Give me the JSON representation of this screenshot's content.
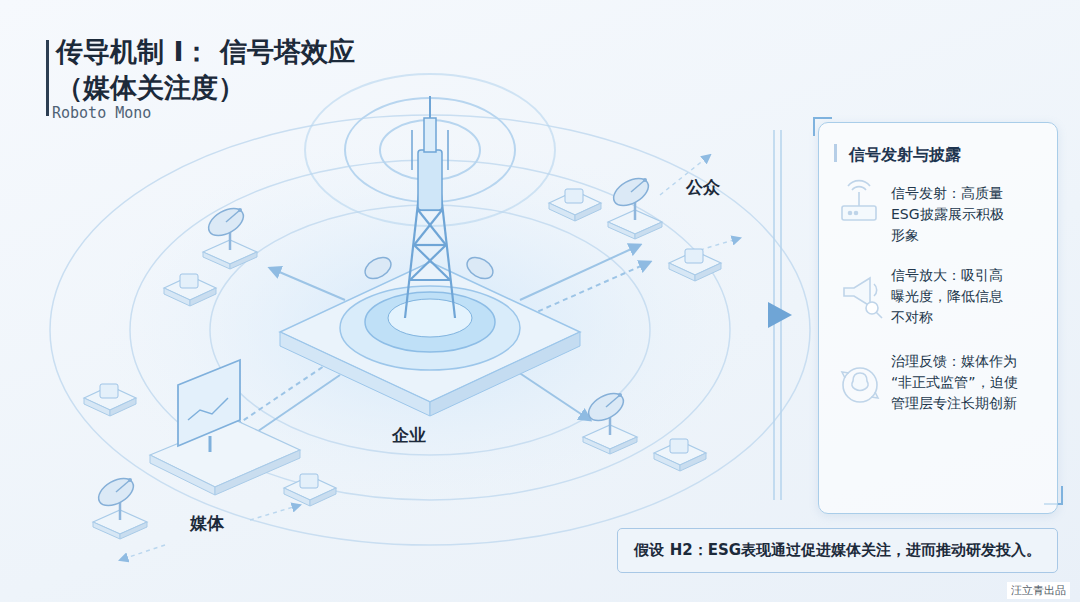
{
  "diagram": {
    "title": "传导机制 I： 信号塔效应（媒体关注度）",
    "nodes": [
      {
        "text": [
          "信号发射与披露"
        ]
      },
      {
        "text": [
          "信号发射：高质量 ESG披露展示积极 形象"
        ],
        "in": 0
      },
      {
        "text": [
          "信号放大：吸引高 曝光度，降低信息 不对称"
        ],
        "in": 0
      },
      {
        "text": [
          "治理反馈：媒体作为 “非正式监管”，迫使 管理层专注长期创新"
        ],
        "in": 0
      },
      {
        "text": [
          "假设 H2：ESG表现通过促进媒体关注，进而推动研发投入。"
        ]
      }
    ],
    "labels": [
      "Roboto Mono",
      "企业",
      "公众",
      "媒体",
      "汪立青出品"
    ]
  }
}
